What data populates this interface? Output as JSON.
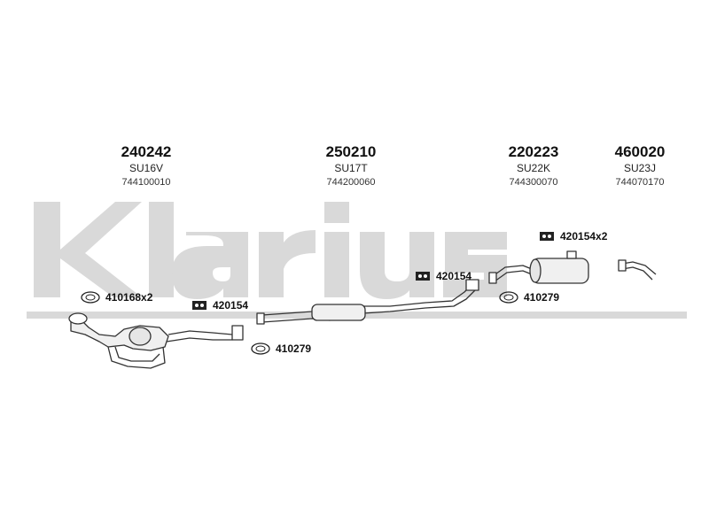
{
  "watermark": {
    "text": "Klarius"
  },
  "parts": [
    {
      "number": "240242",
      "code": "SU16V",
      "ref": "744100010"
    },
    {
      "number": "250210",
      "code": "SU17T",
      "ref": "744200060"
    },
    {
      "number": "220223",
      "code": "SU22K",
      "ref": "744300070"
    },
    {
      "number": "460020",
      "code": "SU23J",
      "ref": "744070170"
    }
  ],
  "accessories": {
    "gasket_410168x2": "410168x2",
    "mount_420154_left": "420154",
    "gasket_410279_center": "410279",
    "mount_420154_center": "420154",
    "gasket_410279_right": "410279",
    "mount_420154x2": "420154x2"
  }
}
